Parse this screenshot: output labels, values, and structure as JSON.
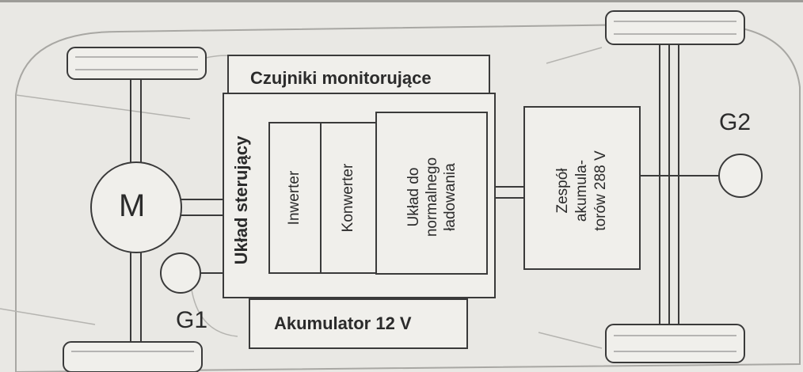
{
  "diagram": {
    "motor_label": "M",
    "generator1_label": "G1",
    "generator2_label": "G2",
    "sensors_label": "Czujniki monitorujące",
    "control_unit_label": "Układ sterujący",
    "inverter_label": "Inwerter",
    "converter_label": "Konwerter",
    "charger_label_line1": "Układ do",
    "charger_label_line2": "normalnego",
    "charger_label_line3": "ładowania",
    "battery_pack_line1": "Zespół",
    "battery_pack_line2": "akumula-",
    "battery_pack_line3": "torów 288 V",
    "aux_battery_label": "Akumulator 12 V"
  }
}
